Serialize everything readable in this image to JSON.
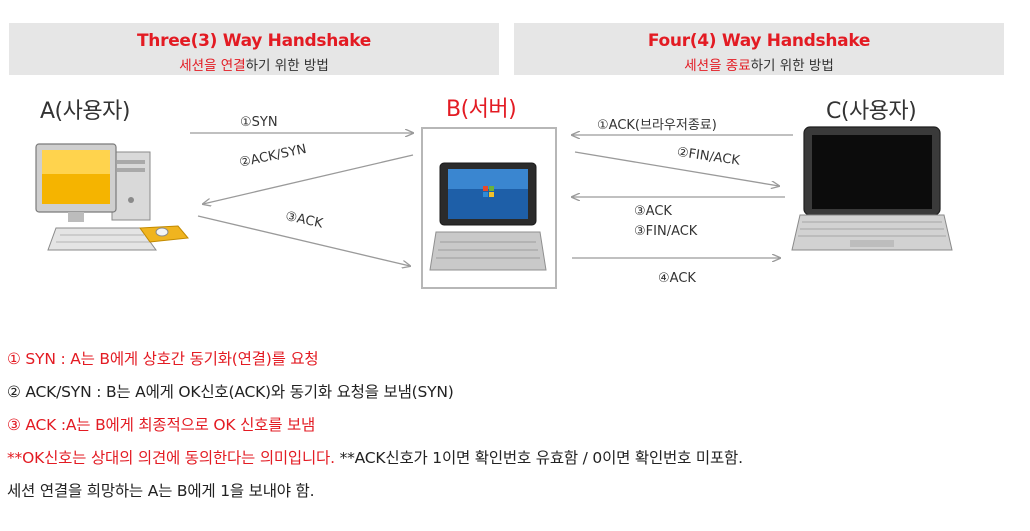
{
  "headers": {
    "three": {
      "title": "Three(3) Way Handshake",
      "subtitle_highlight": "세션을 연결",
      "subtitle_rest": "하기 위한 방법"
    },
    "four": {
      "title": "Four(4) Way Handshake",
      "subtitle_highlight": "세션을 종료",
      "subtitle_rest": "하기 위한 방법"
    }
  },
  "nodes": {
    "a": "A(사용자)",
    "b": "B(서버)",
    "c": "C(사용자)"
  },
  "three_way_arrows": {
    "syn": "①SYN",
    "ack_syn": "②ACK/SYN",
    "ack": "③ACK"
  },
  "four_way_arrows": {
    "ack_browser_close": "①ACK(브라우저종료)",
    "fin_ack": "②FIN/ACK",
    "ack3": "③ACK",
    "fin_ack3": "③FIN/ACK",
    "ack4": "④ACK"
  },
  "notes": {
    "line1": "① SYN : A는 B에게 상호간 동기화(연결)를 요청",
    "line2": "② ACK/SYN : B는 A에게 OK신호(ACK)와 동기화 요청을 보냄(SYN)",
    "line3": "③ ACK :A는 B에게 최종적으로 OK 신호를 보냄",
    "line4_red": "**OK신호는 상대의 의견에 동의한다는 의미입니다.",
    "line4_black": " **ACK신호가 1이면 확인번호 유효함 / 0이면 확인번호 미포함.",
    "line5": "세션 연결을 희망하는 A는 B에게 1을 보내야 함."
  },
  "colors": {
    "accent": "#e31b23",
    "header_bg": "#e6e6e6",
    "arrow": "#9a9a9a"
  },
  "icons": {
    "a": "desktop-computer-icon",
    "b": "tablet-with-keyboard-icon",
    "c": "netbook-laptop-icon"
  }
}
